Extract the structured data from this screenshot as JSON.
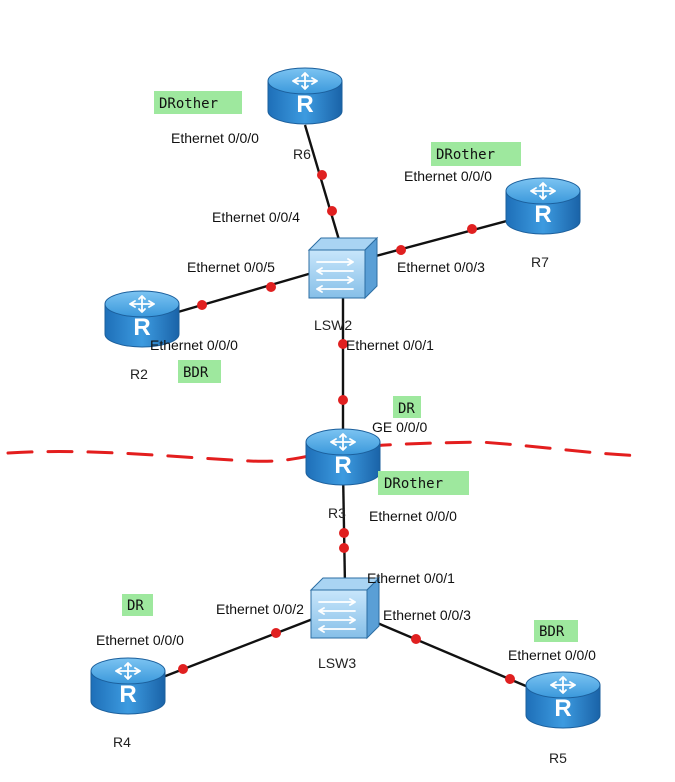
{
  "devices": {
    "r6": {
      "name": "R6",
      "role": "DRother",
      "iface": "Ethernet 0/0/0"
    },
    "r7": {
      "name": "R7",
      "role": "DRother",
      "iface": "Ethernet 0/0/0"
    },
    "r2": {
      "name": "R2",
      "role": "BDR",
      "iface": "Ethernet 0/0/0"
    },
    "r3": {
      "name": "R3",
      "role_upper": "DR",
      "iface_upper": "GE 0/0/0",
      "role_lower": "DRother",
      "iface_lower": "Ethernet 0/0/0"
    },
    "r4": {
      "name": "R4",
      "role": "DR",
      "iface": "Ethernet 0/0/0"
    },
    "r5": {
      "name": "R5",
      "role": "BDR",
      "iface": "Ethernet 0/0/0"
    },
    "lsw2": {
      "name": "LSW2",
      "p1": "Ethernet 0/0/1",
      "p3": "Ethernet 0/0/3",
      "p4": "Ethernet 0/0/4",
      "p5": "Ethernet 0/0/5"
    },
    "lsw3": {
      "name": "LSW3",
      "p1": "Ethernet 0/0/1",
      "p2": "Ethernet 0/0/2",
      "p3": "Ethernet 0/0/3"
    }
  },
  "colors": {
    "router": "#2f8fd6",
    "switch": "#8fc6ee",
    "link_dot": "#e02020",
    "area_line": "#e31e1e",
    "role_bg": "#9ee89e"
  },
  "icons": {
    "router": "router-icon",
    "switch": "switch-icon"
  }
}
